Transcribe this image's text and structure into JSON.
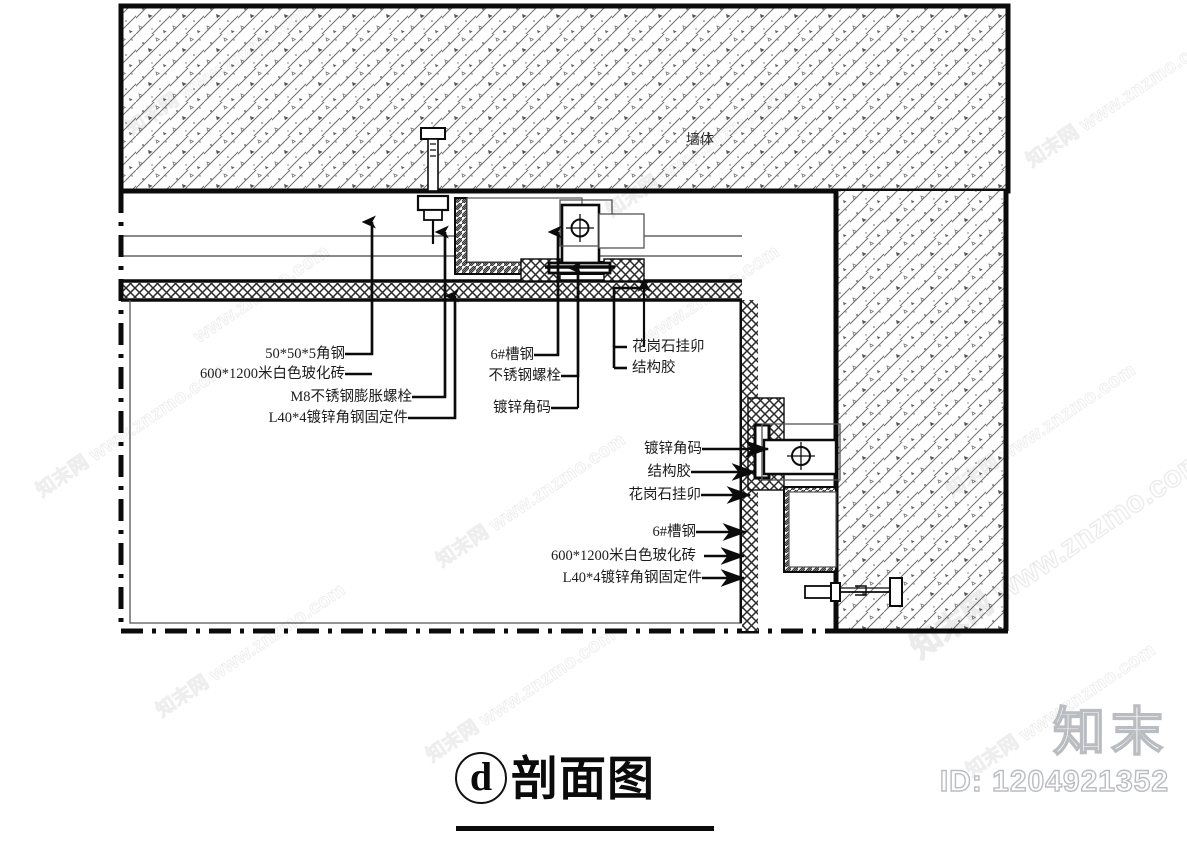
{
  "document": {
    "title_symbol": "d",
    "title_text": "剖面图",
    "drawing_type": "architectural-section-detail"
  },
  "wall_label": "墙体",
  "annotations": {
    "left_group": [
      {
        "id": "angle-steel",
        "text": "50*50*5角钢"
      },
      {
        "id": "white-tile",
        "text": "600*1200米白色玻化砖"
      },
      {
        "id": "expansion-bolt",
        "text": "M8不锈钢膨胀螺栓"
      },
      {
        "id": "galv-angle-fixing",
        "text": "L40*4镀锌角钢固定件"
      }
    ],
    "middle_group": [
      {
        "id": "channel-steel",
        "text": "6#槽钢"
      },
      {
        "id": "stainless-bolt",
        "text": "不锈钢螺栓"
      },
      {
        "id": "galv-corner-code",
        "text": "镀锌角码"
      }
    ],
    "upper_right_group": [
      {
        "id": "granite-hook",
        "text": "花岗石挂卯"
      },
      {
        "id": "structural-adhesive",
        "text": "结构胶"
      }
    ],
    "lower_right_group": [
      {
        "id": "galv-corner-code-2",
        "text": "镀锌角码"
      },
      {
        "id": "structural-adhesive-2",
        "text": "结构胶"
      },
      {
        "id": "granite-hook-2",
        "text": "花岗石挂卯"
      },
      {
        "id": "channel-steel-2",
        "text": "6#槽钢"
      },
      {
        "id": "white-tile-2",
        "text": "600*1200米白色玻化砖"
      },
      {
        "id": "galv-angle-fixing-2",
        "text": "L40*4镀锌角钢固定件"
      }
    ]
  },
  "branding": {
    "logo": "知末",
    "id_text": "ID: 1204921352"
  },
  "watermarks": {
    "site_text": "知末网 www.znzmo.com",
    "short_text": "www.znzmo.com"
  },
  "colors": {
    "ink": "#0b0b0b",
    "hatch": "#4a4a4a",
    "watermark": "#b9bcc0",
    "paper": "#ffffff"
  }
}
